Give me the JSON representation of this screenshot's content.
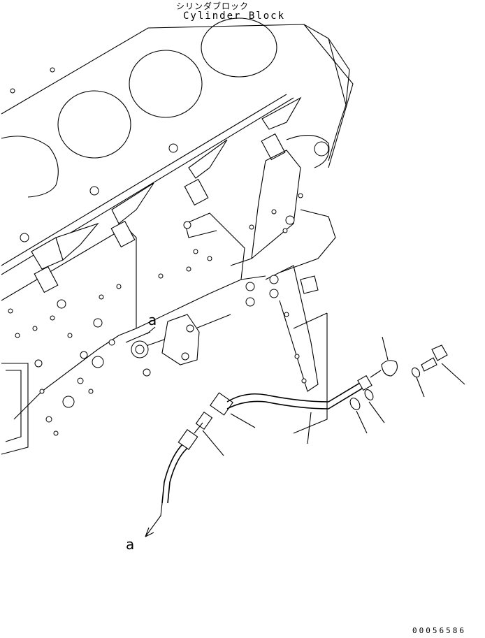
{
  "header": {
    "title_jp": "シリンダブロック",
    "title_en": "Cylinder Block"
  },
  "refs": {
    "upper_ref": "a",
    "lower_ref": "a"
  },
  "footer": {
    "drawing_number": "00056586"
  }
}
